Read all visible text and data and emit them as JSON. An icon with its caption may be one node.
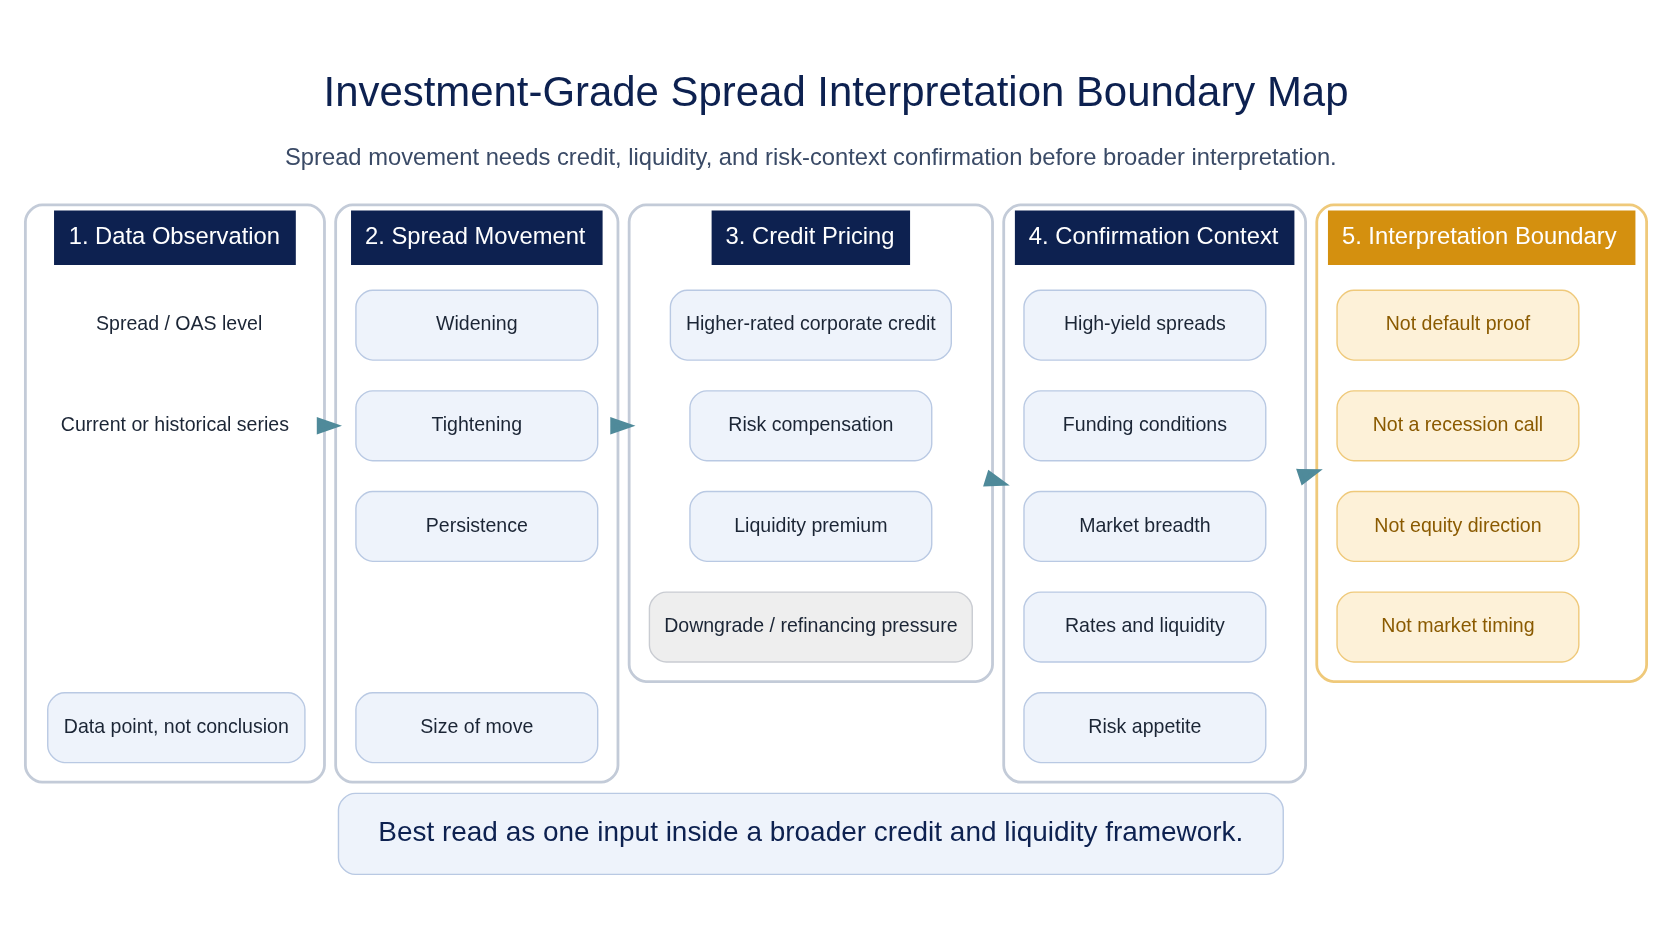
{
  "diagram": {
    "title": "Investment-Grade Spread Interpretation Boundary Map",
    "nodes": [
      {
        "text": [
          "1. Data Observation"
        ]
      },
      {
        "text": [
          "Spread / OAS level"
        ],
        "in": 0
      },
      {
        "text": [
          "Current or historical series"
        ],
        "in": 0
      },
      {
        "text": [
          "Data point, not conclusion"
        ],
        "in": 0
      },
      {
        "text": [
          "2. Spread Movement"
        ]
      },
      {
        "text": [
          "Widening"
        ],
        "in": 4
      },
      {
        "text": [
          "Tightening"
        ],
        "in": 4
      },
      {
        "text": [
          "Persistence"
        ],
        "in": 4
      },
      {
        "text": [
          "Size of move"
        ],
        "in": 4
      },
      {
        "text": [
          "3. Credit Pricing"
        ]
      },
      {
        "text": [
          "Higher-rated corporate credit"
        ],
        "in": 9
      },
      {
        "text": [
          "Risk compensation"
        ],
        "in": 9
      },
      {
        "text": [
          "Liquidity premium"
        ],
        "in": 9
      },
      {
        "text": [
          "Downgrade / refinancing pressure"
        ],
        "in": 9
      },
      {
        "text": [
          "4. Confirmation Context"
        ]
      },
      {
        "text": [
          "High-yield spreads"
        ],
        "in": 14
      },
      {
        "text": [
          "Funding conditions"
        ],
        "in": 14
      },
      {
        "text": [
          "Market breadth"
        ],
        "in": 14
      },
      {
        "text": [
          "Rates and liquidity"
        ],
        "in": 14
      },
      {
        "text": [
          "Risk appetite"
        ],
        "in": 14
      },
      {
        "text": [
          "5. Interpretation Boundary"
        ]
      },
      {
        "text": [
          "Not default proof"
        ],
        "in": 20
      },
      {
        "text": [
          "Not a recession call"
        ],
        "in": 20
      },
      {
        "text": [
          "Not equity direction"
        ],
        "in": 20
      },
      {
        "text": [
          "Not market timing"
        ],
        "in": 20
      },
      {
        "text": [
          "Best read as one input inside a broader credit and liquidity framework."
        ]
      }
    ],
    "edges": [
      {
        "from": 0,
        "to": 4,
        "arrow": "to"
      },
      {
        "from": 4,
        "to": 9,
        "arrow": "to"
      },
      {
        "from": 9,
        "to": 14,
        "arrow": "to"
      },
      {
        "from": 14,
        "to": 20,
        "arrow": "to"
      }
    ],
    "labels": [
      "Spread movement needs credit, liquidity, and risk-context confirmation before broader interpretation."
    ]
  }
}
